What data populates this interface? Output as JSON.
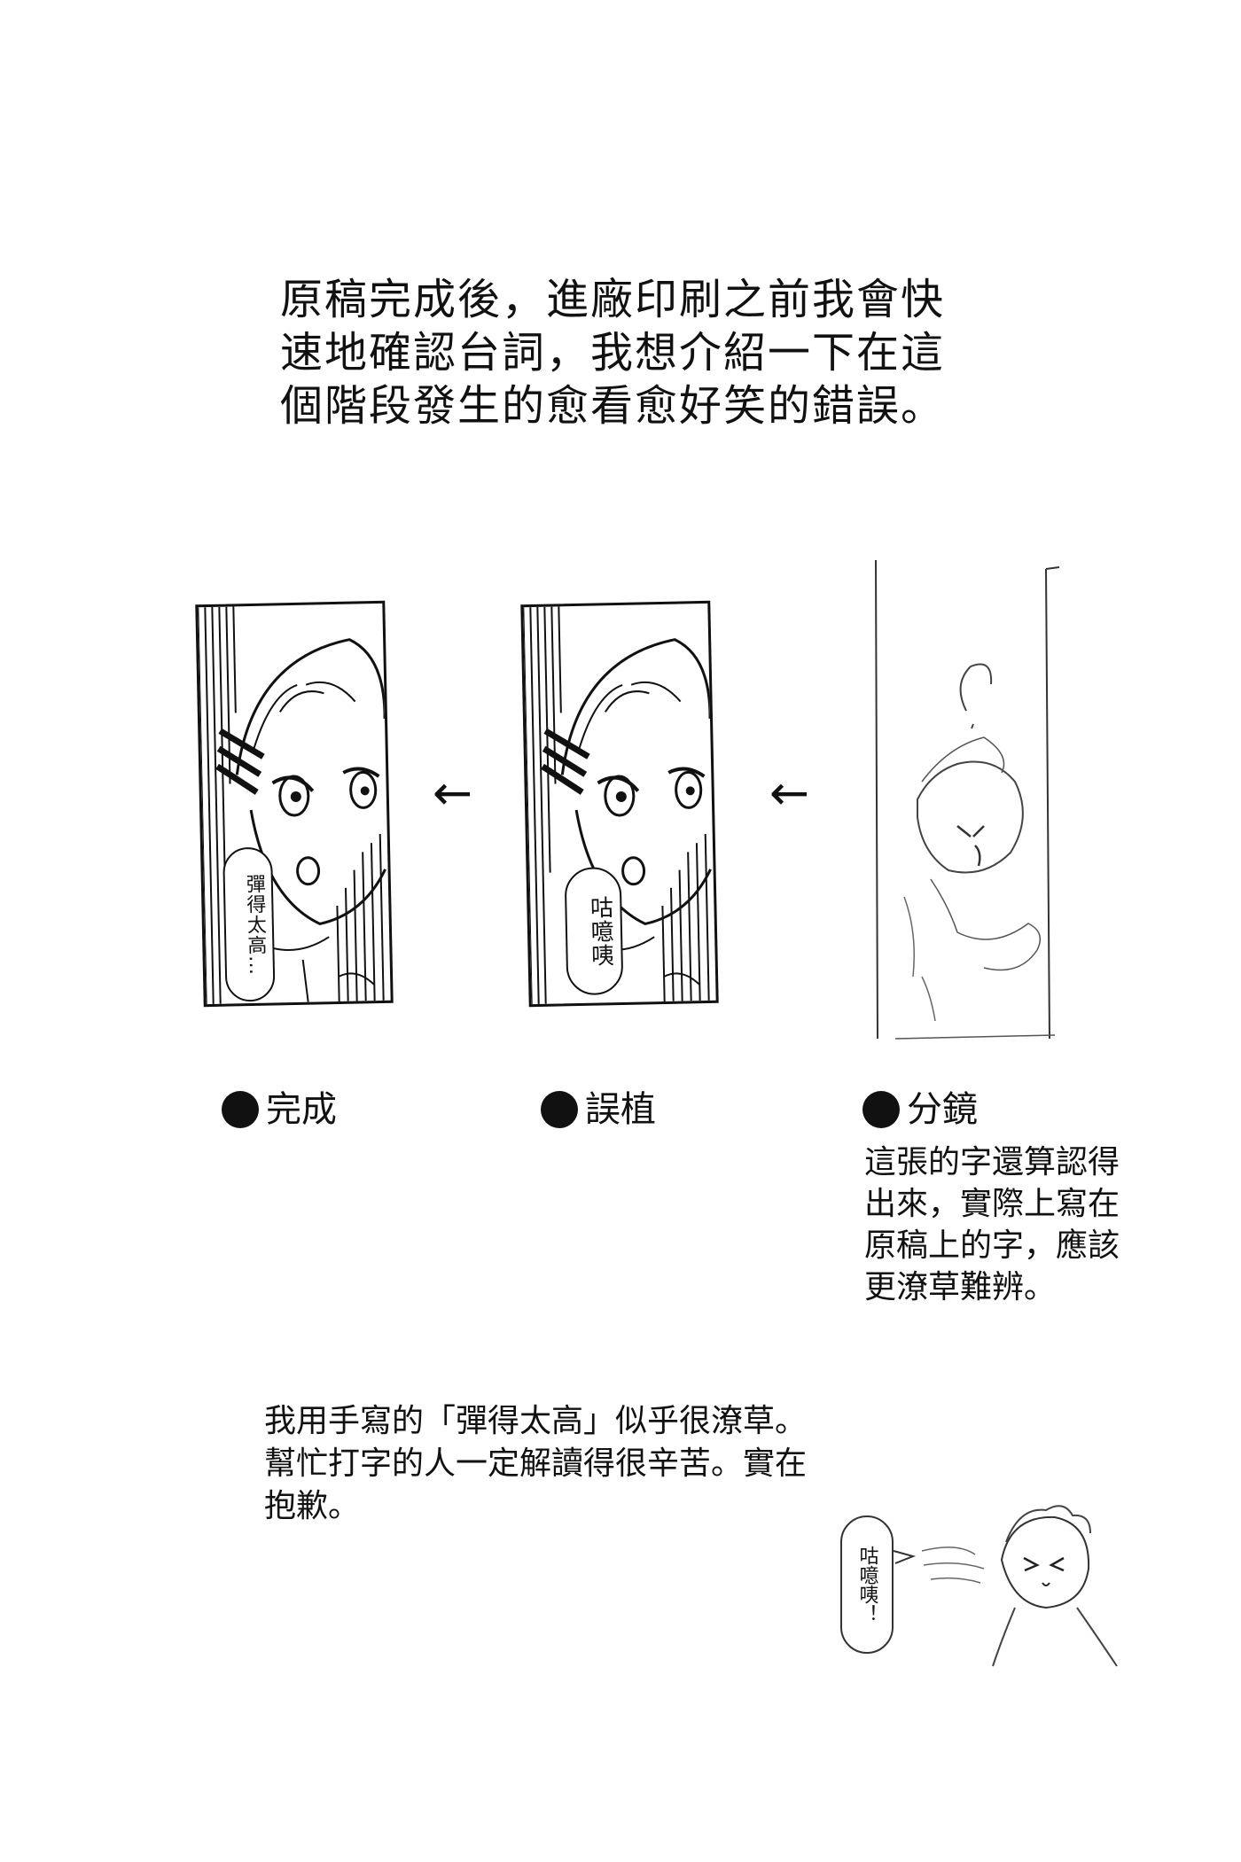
{
  "intro": {
    "text": "原稿完成後，進廠印刷之前我會快\n速地確認台詞，我想介紹一下在這\n個階段發生的愈看愈好笑的錯誤。"
  },
  "panels": {
    "done": {
      "bubble": "彈得太高…"
    },
    "typo": {
      "bubble": "咕噫咦"
    }
  },
  "arrows": {
    "left": "←",
    "right": "←"
  },
  "captions": {
    "done": "完成",
    "typo": "誤植",
    "board": "分鏡"
  },
  "board_note": "這張的字還算認得\n出來，實際上寫在\n原稿上的字，應該\n更潦草難辨。",
  "closing": "我用手寫的「彈得太高」似乎很潦草。\n幫忙打字的人一定解讀得很辛苦。實在\n抱歉。",
  "chibi": {
    "bubble": "咕噫咦！"
  }
}
